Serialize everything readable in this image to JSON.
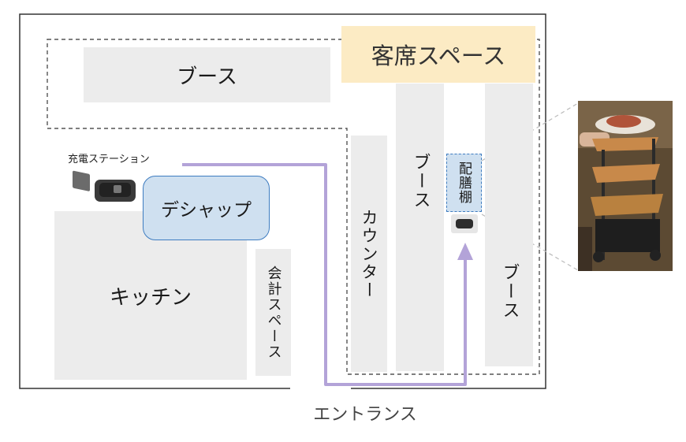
{
  "floor_plan": {
    "zones": {
      "booth_top": "ブース",
      "seating_space": "客席スペース",
      "counter": "カウンター",
      "booth_middle": "ブース",
      "booth_right": "ブース",
      "serving_shelf": "配膳棚",
      "kitchen": "キッチン",
      "checkout_space": "会計スペース",
      "dishwasher": "デシャップ",
      "charging_station": "充電ステーション"
    },
    "entrance": "エントランス"
  },
  "colors": {
    "block_gray": "#ececec",
    "route_purple": "#b3a3d8",
    "dishwasher_fill": "#cfe0f0",
    "dishwasher_border": "#3e7cc0",
    "seating_label_bg": "#fcebc4",
    "shelf_border": "#3e7cc0"
  },
  "icons": [
    "charging-dock-icon",
    "robot-base-icon",
    "serving-robot-photo"
  ]
}
